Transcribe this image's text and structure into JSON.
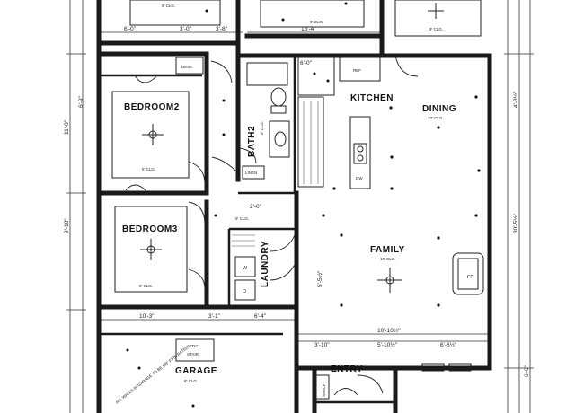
{
  "rooms": {
    "bedroom2": {
      "name": "BEDROOM2",
      "closet": "5' CLG."
    },
    "bedroom3": {
      "name": "BEDROOM3",
      "closet": "5' CLG."
    },
    "bath2": {
      "name": "BATH2",
      "clg": "9' CLG."
    },
    "kitchen": {
      "name": "KITCHEN"
    },
    "dining": {
      "name": "DINING",
      "clg": "10' CLG."
    },
    "family": {
      "name": "FAMILY",
      "clg": "10' CLG."
    },
    "laundry": {
      "name": "LAUNDRY"
    },
    "garage": {
      "name": "GARAGE",
      "clg": "8' CLG."
    },
    "entry": {
      "name": "ENTRY"
    },
    "attic": {
      "line1": "ATTIC",
      "line2": "STAIR"
    },
    "fp": {
      "name": "FP"
    }
  },
  "small_labels": {
    "desk": "DESK",
    "ref": "REF",
    "dw": "DW",
    "linen": "LINEN",
    "shelf": "SHELF",
    "clg_top": "9' CLG.",
    "clg_top2": "9' CLG.",
    "clg_top3": "9' CLG.",
    "clg_mid": "9' CLG.",
    "w": "W",
    "d": "D",
    "garage_note": "ALL WALLS IN GARAGE TO BE 5/8\" FIRE RATED"
  },
  "dimensions": {
    "d1": "6'-0\"",
    "d2": "3'-0\"",
    "d3": "3'-8\"",
    "d4": "13'-4\"",
    "d5": "6'-9\"",
    "d6": "11'-0\"",
    "d7": "10'-3\"",
    "d8": "3'-1\"",
    "d9": "6'-4\"",
    "d10": "10'-10½\"",
    "d11": "6'-6½\"",
    "d12": "2'-0\"",
    "d13": "6'-0\"",
    "d14": "5'-5½\"",
    "d15": "3'-10\"",
    "d16": "5'-10½\"",
    "d17": "9'-10\"",
    "d18": "4'-3½\"",
    "d19": "6'-6\"",
    "d20": "30'-5½\""
  }
}
